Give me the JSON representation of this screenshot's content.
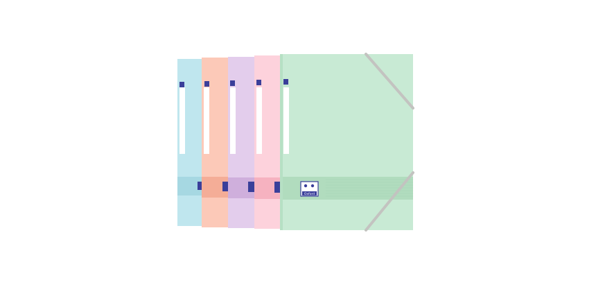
{
  "image": {
    "subject": "folder-set",
    "background_color": "#ffffff"
  },
  "brand": {
    "logo_text": "Oxford",
    "logo_color": "#3a3f9a"
  },
  "folders": [
    {
      "id": "blue",
      "color": "#bfe6ee",
      "band_color": "#a6d8e2",
      "shade_color": "#acdbe4"
    },
    {
      "id": "peach",
      "color": "#fcc9b8",
      "band_color": "#f4ad97",
      "shade_color": "#f5b7a3"
    },
    {
      "id": "lilac",
      "color": "#e3cdec",
      "band_color": "#cfafdc",
      "shade_color": "#d6bce2"
    },
    {
      "id": "pink",
      "color": "#fdd2dc",
      "band_color": "#f6b2c0",
      "shade_color": "#f4bcc8"
    },
    {
      "id": "mint",
      "color": "#c8ead4",
      "band_color": "#b1dcbe",
      "shade_color": "#b6e0c4"
    }
  ],
  "elastic_color": "#c3c3c0"
}
